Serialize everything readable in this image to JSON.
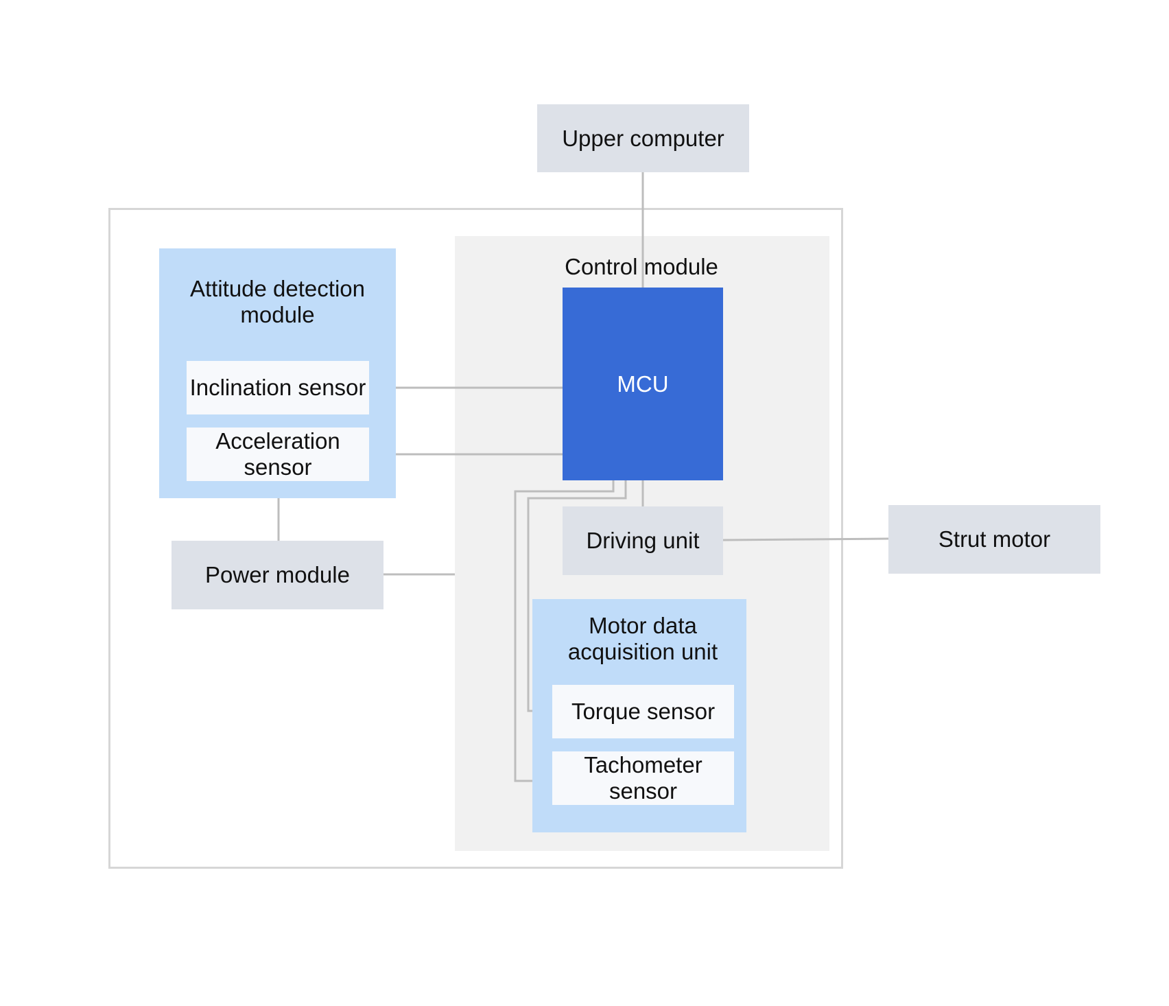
{
  "nodes": {
    "upper_computer": "Upper computer",
    "control_module": "Control module",
    "mcu": "MCU",
    "attitude_module": "Attitude detection module",
    "inclination_sensor": "Inclination sensor",
    "acceleration_sensor": "Acceleration sensor",
    "power_module": "Power module",
    "driving_unit": "Driving unit",
    "strut_motor": "Strut motor",
    "motor_data_unit": "Motor data acquisition unit",
    "torque_sensor": "Torque sensor",
    "tachometer_sensor": "Tachometer sensor"
  },
  "colors": {
    "gray_box": "#dde1e8",
    "blue_module": "#c0dcf9",
    "sensor_box": "#f7f9fc",
    "control_panel": "#f1f1f1",
    "mcu": "#376bd6",
    "connector": "#bdbdbd",
    "outer_border": "#d6d6d6"
  }
}
